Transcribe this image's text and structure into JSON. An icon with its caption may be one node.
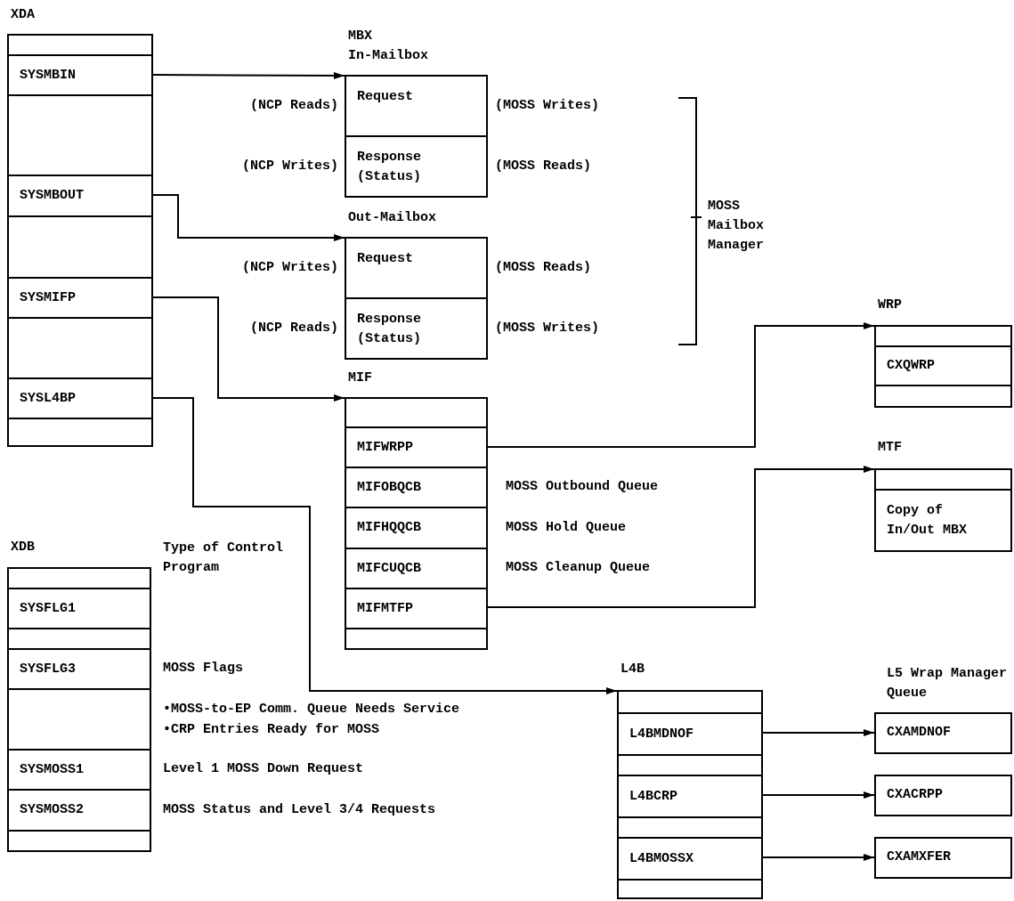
{
  "diagram": {
    "nodes": [
      {
        "text": [
          "XDA"
        ]
      },
      {
        "text": [],
        "shape": "box",
        "in": 0
      },
      {
        "text": [
          "SYSMBIN"
        ],
        "in": 0
      },
      {
        "text": [],
        "shape": "box",
        "in": 0
      },
      {
        "text": [
          "SYSMBOUT"
        ],
        "in": 0
      },
      {
        "text": [],
        "shape": "box",
        "in": 0
      },
      {
        "text": [
          "SYSMIFP"
        ],
        "in": 0
      },
      {
        "text": [],
        "shape": "box",
        "in": 0
      },
      {
        "text": [
          "SYSL4BP"
        ],
        "in": 0
      },
      {
        "text": [],
        "shape": "box",
        "in": 0
      },
      {
        "text": [
          "MBX",
          "In-Mailbox"
        ]
      },
      {
        "text": [
          "Request"
        ],
        "in": 10,
        "beside": [
          "(NCP Reads)",
          "(MOSS Writes)"
        ]
      },
      {
        "text": [
          "Response (Status)"
        ],
        "in": 10,
        "beside": [
          "(NCP Writes)",
          "(MOSS Reads)"
        ]
      },
      {
        "text": [
          "Out-Mailbox"
        ]
      },
      {
        "text": [
          "Request"
        ],
        "in": 13,
        "beside": [
          "(NCP Writes)",
          "(MOSS Reads)"
        ]
      },
      {
        "text": [
          "Response (Status)"
        ],
        "in": 13,
        "beside": [
          "(NCP Reads)",
          "(MOSS Writes)"
        ]
      },
      {
        "text": [
          "MIF"
        ]
      },
      {
        "text": [],
        "shape": "box",
        "in": 16
      },
      {
        "text": [
          "MIFWRPP"
        ],
        "in": 16
      },
      {
        "text": [
          "MIFOBQCB"
        ],
        "in": 16,
        "beside": [
          "MOSS Outbound Queue"
        ]
      },
      {
        "text": [
          "MIFHQQCB"
        ],
        "in": 16,
        "beside": [
          "MOSS Hold Queue"
        ]
      },
      {
        "text": [
          "MIFCUQCB"
        ],
        "in": 16,
        "beside": [
          "MOSS Cleanup Queue"
        ]
      },
      {
        "text": [
          "MIFMTFP"
        ],
        "in": 16
      },
      {
        "text": [],
        "shape": "box",
        "in": 16
      },
      {
        "text": [
          "WRP"
        ]
      },
      {
        "text": [],
        "shape": "box",
        "in": 24
      },
      {
        "text": [
          "CXQWRP"
        ],
        "in": 24
      },
      {
        "text": [],
        "shape": "box",
        "in": 24
      },
      {
        "text": [
          "MTF"
        ]
      },
      {
        "text": [],
        "shape": "box",
        "in": 28
      },
      {
        "text": [
          "Copy of In/Out MBX"
        ],
        "in": 28
      },
      {
        "text": [
          "XDB"
        ]
      },
      {
        "text": [],
        "shape": "box",
        "in": 31
      },
      {
        "text": [
          "SYSFLG1"
        ],
        "in": 31
      },
      {
        "text": [],
        "shape": "box",
        "in": 31
      },
      {
        "text": [
          "SYSFLG3"
        ],
        "in": 31,
        "beside": [
          "MOSS Flags"
        ]
      },
      {
        "text": [],
        "shape": "box",
        "in": 31,
        "beside": [
          "•MOSS-to-EP Comm. Queue Needs Service",
          "•CRP Entries Ready for MOSS"
        ]
      },
      {
        "text": [
          "SYSMOSS1"
        ],
        "in": 31,
        "beside": [
          "Level 1 MOSS Down Request"
        ]
      },
      {
        "text": [
          "SYSMOSS2"
        ],
        "in": 31,
        "beside": [
          "MOSS Status and Level 3/4 Requests"
        ]
      },
      {
        "text": [],
        "shape": "box",
        "in": 31
      },
      {
        "text": [
          "L4B"
        ]
      },
      {
        "text": [],
        "shape": "box",
        "in": 40
      },
      {
        "text": [
          "L4BMDNOF"
        ],
        "in": 40
      },
      {
        "text": [],
        "shape": "box",
        "in": 40
      },
      {
        "text": [
          "L4BCRP"
        ],
        "in": 40
      },
      {
        "text": [],
        "shape": "box",
        "in": 40
      },
      {
        "text": [
          "L4BMOSSX"
        ],
        "in": 40
      },
      {
        "text": [],
        "shape": "box",
        "in": 40
      },
      {
        "text": [
          "CXAMDNOF"
        ]
      },
      {
        "text": [
          "CXACRPP"
        ]
      },
      {
        "text": [
          "CXAMXFER"
        ]
      }
    ],
    "edges": [
      {
        "from": 2,
        "to": 10,
        "arrow": "to"
      },
      {
        "from": 4,
        "to": 13,
        "arrow": "to"
      },
      {
        "from": 6,
        "to": 16,
        "arrow": "to"
      },
      {
        "from": 8,
        "to": 40,
        "arrow": "to"
      },
      {
        "from": 18,
        "to": 24,
        "arrow": "to"
      },
      {
        "from": 22,
        "to": 28,
        "arrow": "to"
      },
      {
        "from": 42,
        "to": 48,
        "arrow": "to"
      },
      {
        "from": 44,
        "to": 49,
        "arrow": "to"
      },
      {
        "from": 46,
        "to": 50,
        "arrow": "to"
      }
    ],
    "labels": [
      "MOSS Mailbox Manager",
      "Type of Control Program",
      "L5 Wrap Manager Queue"
    ]
  }
}
